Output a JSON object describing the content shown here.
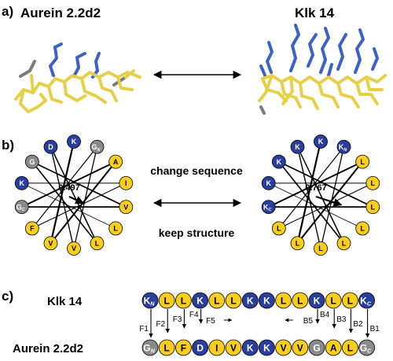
{
  "panel_a": {
    "letter": "a)",
    "left_title": "Aurein 2.2d2",
    "right_title": "Klk 14"
  },
  "panel_b": {
    "letter": "b)",
    "left_wheel": {
      "moment": "0.497",
      "residues": [
        {
          "label": "K",
          "sub": "",
          "type": "basic"
        },
        {
          "label": "G",
          "sub": "N",
          "type": "neutral"
        },
        {
          "label": "A",
          "sub": "",
          "type": "hydrophobic"
        },
        {
          "label": "I",
          "sub": "",
          "type": "hydrophobic"
        },
        {
          "label": "V",
          "sub": "",
          "type": "hydrophobic"
        },
        {
          "label": "L",
          "sub": "",
          "type": "hydrophobic"
        },
        {
          "label": "L",
          "sub": "",
          "type": "hydrophobic"
        },
        {
          "label": "V",
          "sub": "",
          "type": "hydrophobic"
        },
        {
          "label": "V",
          "sub": "",
          "type": "hydrophobic"
        },
        {
          "label": "F",
          "sub": "",
          "type": "hydrophobic"
        },
        {
          "label": "G",
          "sub": "C",
          "type": "neutral"
        },
        {
          "label": "K",
          "sub": "",
          "type": "basic"
        },
        {
          "label": "G",
          "sub": "",
          "type": "neutral"
        },
        {
          "label": "D",
          "sub": "",
          "type": "basic"
        }
      ]
    },
    "right_wheel": {
      "moment": "0.767",
      "residues": [
        {
          "label": "K",
          "sub": "",
          "type": "basic"
        },
        {
          "label": "K",
          "sub": "N",
          "type": "basic"
        },
        {
          "label": "L",
          "sub": "",
          "type": "hydrophobic"
        },
        {
          "label": "L",
          "sub": "",
          "type": "hydrophobic"
        },
        {
          "label": "L",
          "sub": "",
          "type": "hydrophobic"
        },
        {
          "label": "L",
          "sub": "",
          "type": "hydrophobic"
        },
        {
          "label": "L",
          "sub": "",
          "type": "hydrophobic"
        },
        {
          "label": "L",
          "sub": "",
          "type": "hydrophobic"
        },
        {
          "label": "L",
          "sub": "",
          "type": "hydrophobic"
        },
        {
          "label": "L",
          "sub": "",
          "type": "hydrophobic"
        },
        {
          "label": "K",
          "sub": "C",
          "type": "basic"
        },
        {
          "label": "K",
          "sub": "",
          "type": "basic"
        },
        {
          "label": "K",
          "sub": "",
          "type": "basic"
        },
        {
          "label": "K",
          "sub": "",
          "type": "basic"
        }
      ]
    },
    "middle_top": "change sequence",
    "middle_bottom": "keep structure"
  },
  "panel_c": {
    "letter": "c)",
    "top_name": "Klk 14",
    "bottom_name": "Aurein 2.2d2",
    "top_seq": [
      {
        "label": "K",
        "sub": "N",
        "type": "basic"
      },
      {
        "label": "L",
        "sub": "",
        "type": "hydrophobic"
      },
      {
        "label": "L",
        "sub": "",
        "type": "hydrophobic"
      },
      {
        "label": "K",
        "sub": "",
        "type": "basic"
      },
      {
        "label": "L",
        "sub": "",
        "type": "hydrophobic"
      },
      {
        "label": "L",
        "sub": "",
        "type": "hydrophobic"
      },
      {
        "label": "K",
        "sub": "",
        "type": "basic"
      },
      {
        "label": "K",
        "sub": "",
        "type": "basic"
      },
      {
        "label": "L",
        "sub": "",
        "type": "hydrophobic"
      },
      {
        "label": "L",
        "sub": "",
        "type": "hydrophobic"
      },
      {
        "label": "K",
        "sub": "",
        "type": "basic"
      },
      {
        "label": "L",
        "sub": "",
        "type": "hydrophobic"
      },
      {
        "label": "L",
        "sub": "",
        "type": "hydrophobic"
      },
      {
        "label": "K",
        "sub": "C",
        "type": "basic"
      }
    ],
    "bottom_seq": [
      {
        "label": "G",
        "sub": "N",
        "type": "neutral"
      },
      {
        "label": "L",
        "sub": "",
        "type": "hydrophobic"
      },
      {
        "label": "F",
        "sub": "",
        "type": "hydrophobic"
      },
      {
        "label": "D",
        "sub": "",
        "type": "basic"
      },
      {
        "label": "I",
        "sub": "",
        "type": "hydrophobic"
      },
      {
        "label": "V",
        "sub": "",
        "type": "hydrophobic"
      },
      {
        "label": "K",
        "sub": "",
        "type": "basic"
      },
      {
        "label": "K",
        "sub": "",
        "type": "basic"
      },
      {
        "label": "V",
        "sub": "",
        "type": "hydrophobic"
      },
      {
        "label": "V",
        "sub": "",
        "type": "hydrophobic"
      },
      {
        "label": "G",
        "sub": "",
        "type": "neutral"
      },
      {
        "label": "A",
        "sub": "",
        "type": "hydrophobic"
      },
      {
        "label": "L",
        "sub": "",
        "type": "hydrophobic"
      },
      {
        "label": "G",
        "sub": "C",
        "type": "neutral"
      }
    ],
    "forward_labels": [
      "F1",
      "F2",
      "F3",
      "F4",
      "F5"
    ],
    "backward_labels": [
      "B5",
      "B4",
      "B3",
      "B2",
      "B1"
    ]
  },
  "colors": {
    "hydrophobic": "#f7cd1e",
    "basic": "#2a3f9d",
    "neutral": "#8a8a8a",
    "stick_yellow": "#e8cf4a",
    "stick_blue": "#3b62c9",
    "stick_gray": "#7a7a7a"
  }
}
